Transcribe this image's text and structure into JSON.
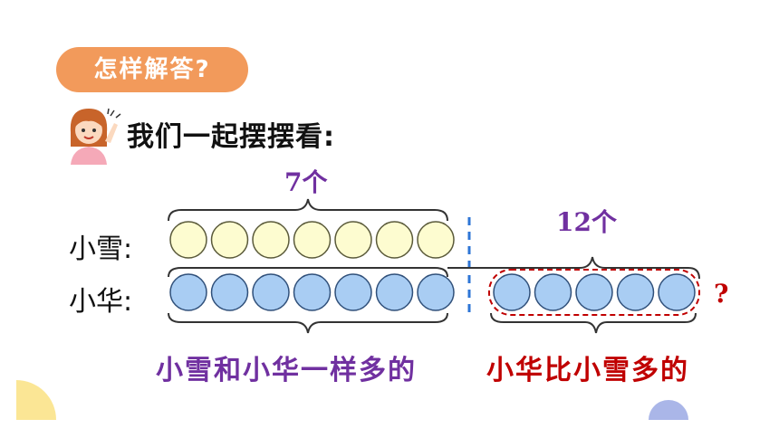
{
  "header": {
    "badge_label": "怎样解答?"
  },
  "intro": {
    "text": "我们一起摆摆看:"
  },
  "rows": {
    "xiaoxue": {
      "label": "小雪:",
      "count_label": "7个",
      "fill": "#fdfcd0",
      "stroke": "#5a5a3a"
    },
    "xiaohua": {
      "label": "小华:",
      "count_label": "12个",
      "fill": "#a9cdf3",
      "stroke": "#30507a"
    }
  },
  "question": "?",
  "captions": {
    "same": "小雪和小华一样多的",
    "more": "小华比小雪多的"
  },
  "colors": {
    "badge": "#f29a5b",
    "purple": "#7030a0",
    "red": "#c00000",
    "divider": "#2e75d6"
  }
}
